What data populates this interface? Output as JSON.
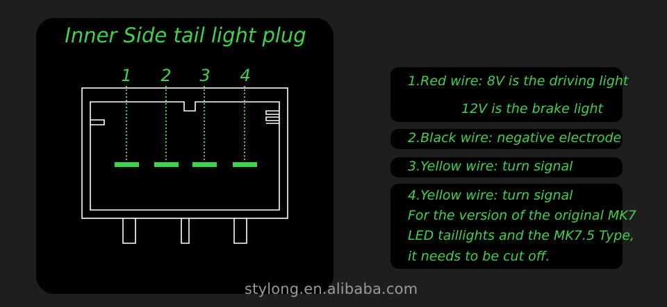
{
  "diagram": {
    "title": "Inner Side tail light plug",
    "pins": [
      {
        "number": "1"
      },
      {
        "number": "2"
      },
      {
        "number": "3"
      },
      {
        "number": "4"
      }
    ],
    "colors": {
      "accent_green": "#3ed34a",
      "outline": "#ffffff",
      "panel_background": "#000000",
      "page_background": "#1e1e1e"
    }
  },
  "notes": [
    {
      "lines": [
        "1.Red wire: 8V is the driving light",
        "12V is the brake light"
      ]
    },
    {
      "lines": [
        "2.Black wire: negative electrode"
      ]
    },
    {
      "lines": [
        "3.Yellow wire: turn signal"
      ]
    },
    {
      "lines": [
        "4.Yellow wire: turn signal",
        "For the version of the original MK7",
        "LED taillights and the MK7.5 Type,",
        "it needs to be cut off."
      ]
    }
  ],
  "watermark": "stylong.en.alibaba.com"
}
